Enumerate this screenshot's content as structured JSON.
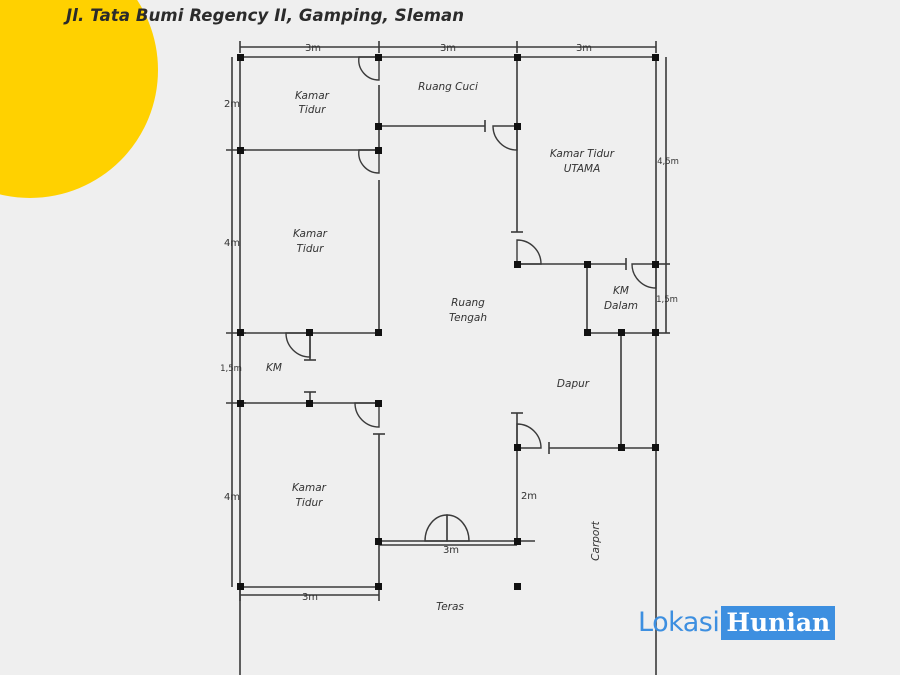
{
  "header": {
    "title": "Jl. Tata Bumi Regency II, Gamping, Sleman"
  },
  "logo": {
    "part1": "Lokasi",
    "part2": "Hunian"
  },
  "colors": {
    "accent": "#ffd100",
    "line": "#3a3a3a",
    "logo": "#3d8fe0"
  },
  "rooms": {
    "kamar_tidur_1": [
      "Kamar",
      "Tidur"
    ],
    "ruang_cuci": "Ruang Cuci",
    "kamar_utama": [
      "Kamar Tidur",
      "UTAMA"
    ],
    "kamar_tidur_2": [
      "Kamar",
      "Tidur"
    ],
    "ruang_tengah": [
      "Ruang",
      "Tengah"
    ],
    "km_dalam": [
      "KM",
      "Dalam"
    ],
    "km": "KM",
    "dapur": "Dapur",
    "kamar_tidur_3": [
      "Kamar",
      "Tidur"
    ],
    "carport": "Carport",
    "teras": "Teras"
  },
  "dims": {
    "top_a": "3m",
    "top_b": "3m",
    "top_c": "3m",
    "left_a": "2m",
    "left_b": "4m",
    "left_c": "1,5m",
    "left_d": "4m",
    "right_a": "4,5m",
    "right_b": "1,5m",
    "front_porch": "3m",
    "front_door": "3m",
    "kitchen_wall": "2m"
  }
}
